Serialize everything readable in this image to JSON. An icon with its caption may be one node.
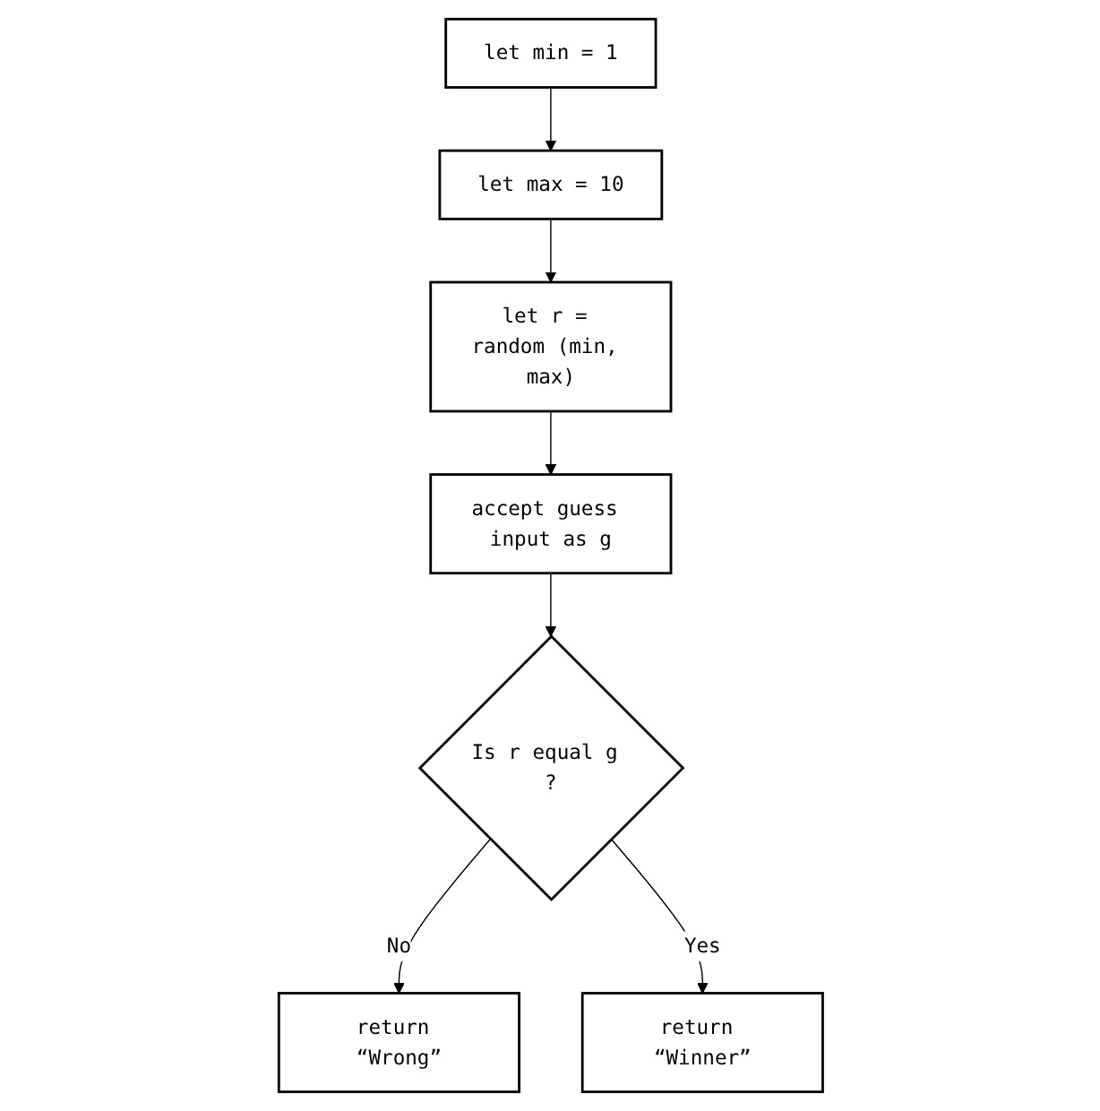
{
  "diagram": {
    "nodes": [
      {
        "text": [
          "let min = 1"
        ]
      },
      {
        "text": [
          "let max = 10"
        ]
      },
      {
        "text": [
          "let r = random (min, max)"
        ]
      },
      {
        "text": [
          "accept guess input as g"
        ]
      },
      {
        "text": [
          "Is r equal g ?"
        ]
      },
      {
        "text": [
          "return “Wrong”"
        ]
      },
      {
        "text": [
          "return “Winner”"
        ]
      }
    ],
    "edges": [
      {
        "from": 0,
        "to": 1,
        "arrow": "to"
      },
      {
        "from": 1,
        "to": 2,
        "arrow": "to"
      },
      {
        "from": 2,
        "to": 3,
        "arrow": "to"
      },
      {
        "from": 3,
        "to": 4,
        "arrow": "to"
      },
      {
        "from": 4,
        "to": 5,
        "arrow": "to",
        "label": "No"
      },
      {
        "from": 4,
        "to": 6,
        "arrow": "to",
        "label": "Yes"
      }
    ]
  }
}
